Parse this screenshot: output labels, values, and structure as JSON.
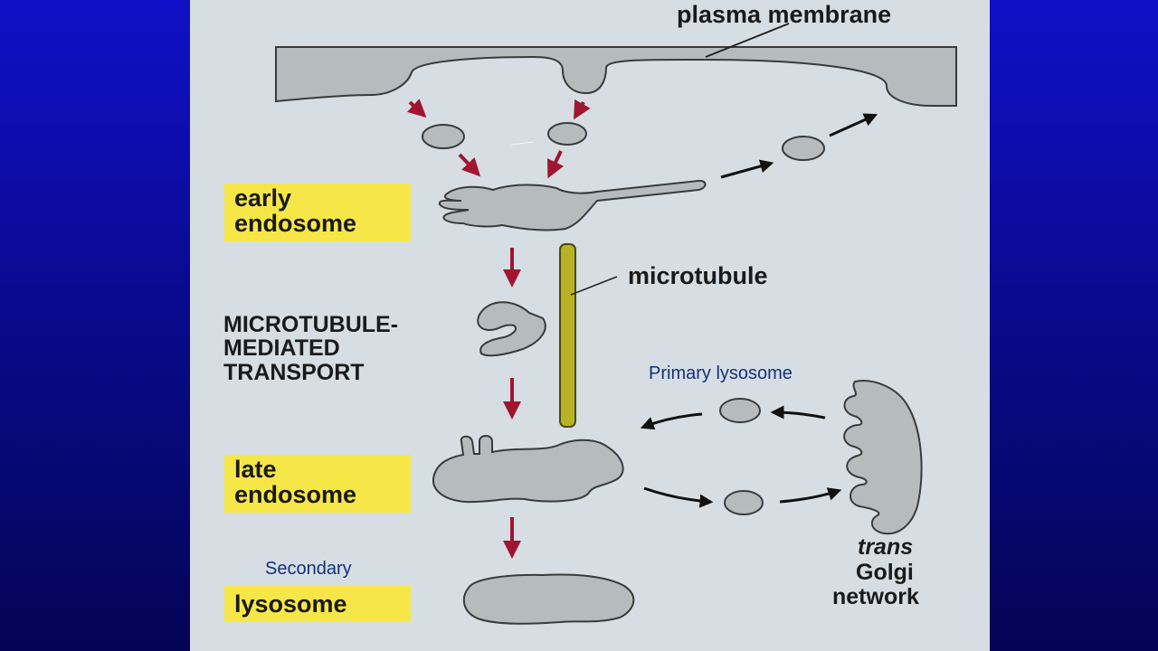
{
  "diagram": {
    "labels": {
      "plasma_membrane": "plasma membrane",
      "early_endosome_line1": "early",
      "early_endosome_line2": "endosome",
      "microtubule": "microtubule",
      "transport_line1": "MICROTUBULE-",
      "transport_line2": "MEDIATED",
      "transport_line3": "TRANSPORT",
      "late_endosome_line1": "late",
      "late_endosome_line2": "endosome",
      "lysosome": "lysosome",
      "trans": "trans",
      "golgi": "Golgi",
      "network": "network"
    },
    "annotations": {
      "primary_lysosome": "Primary lysosome",
      "secondary": "Secondary"
    },
    "colors": {
      "panel": "#d6dee3",
      "organelle_fill": "#b6bcbe",
      "organelle_stroke": "#3a3a3a",
      "label_highlight": "#f6e648",
      "microtubule": "#b8b225",
      "red_arrow": "#a01530",
      "black_arrow": "#111111",
      "annotation_text": "#14307a"
    }
  }
}
